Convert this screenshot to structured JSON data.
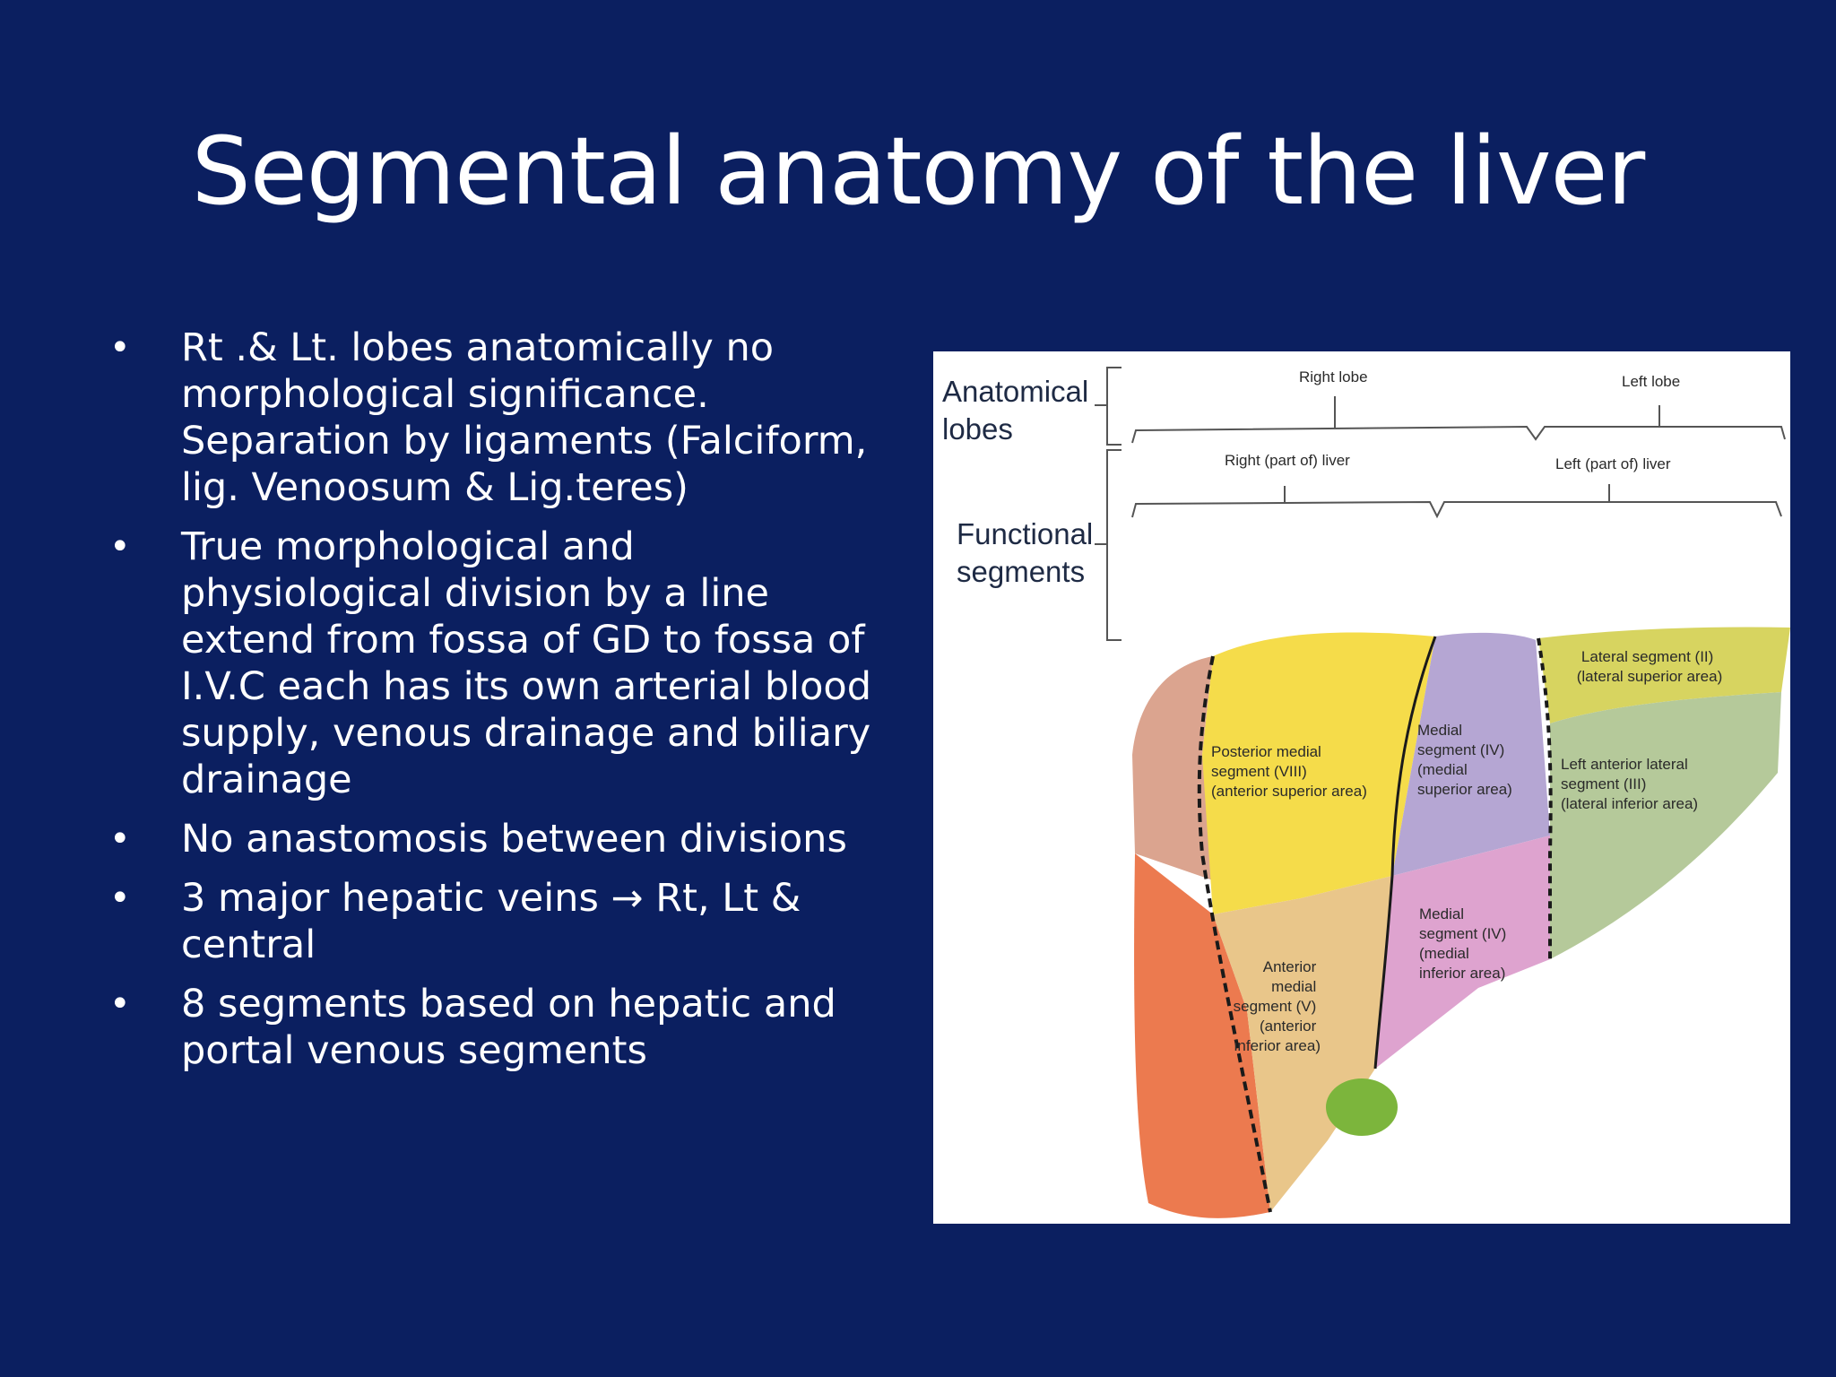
{
  "title": "Segmental anatomy of the liver",
  "bullets": [
    "Rt .& Lt. lobes anatomically no morphological significance. Separation by ligaments (Falciform, lig. Venoosum & Lig.teres)",
    "True morphological and physiological division by a line extend from fossa of GD  to fossa of I.V.C  each has its own arterial blood supply,  venous drainage and biliary drainage",
    "No anastomosis between divisions",
    "3 major hepatic veins →  Rt, Lt & central",
    "8 segments based on hepatic and portal venous segments"
  ],
  "bullet_symbol": "•",
  "diagram": {
    "anatomical_lobes_line1": "Anatomical",
    "anatomical_lobes_line2": "lobes",
    "functional_segments_line1": "Functional",
    "functional_segments_line2": "segments",
    "right_lobe": "Right lobe",
    "left_lobe": "Left lobe",
    "right_liver": "Right (part of) liver",
    "left_liver": "Left (part of) liver",
    "seg_posterior_medial": [
      "Posterior medial",
      "segment (VIII)",
      "(anterior superior area)"
    ],
    "seg_anterior_medial": [
      "Anterior",
      "medial",
      "segment (V)",
      "(anterior",
      "inferior area)"
    ],
    "seg_medial_superior": [
      "Medial",
      "segment (IV)",
      "(medial",
      "superior area)"
    ],
    "seg_medial_inferior": [
      "Medial",
      "segment (IV)",
      "(medial",
      "inferior area)"
    ],
    "seg_lateral": [
      "Lateral segment (II)",
      "(lateral superior area)"
    ],
    "seg_left_anterior_lateral": [
      "Left anterior lateral",
      "segment (III)",
      "(lateral inferior area)"
    ],
    "colors": {
      "yellow": "#f5dc4a",
      "tan": "#e9c68a",
      "orange": "#ec7a4f",
      "lavender": "#b5a6d3",
      "pink": "#dea3cf",
      "olive_yellow": "#d7d460",
      "sage": "#b5c99a",
      "gall": "#7cb53c",
      "rose_edge": "#dba48f"
    }
  }
}
